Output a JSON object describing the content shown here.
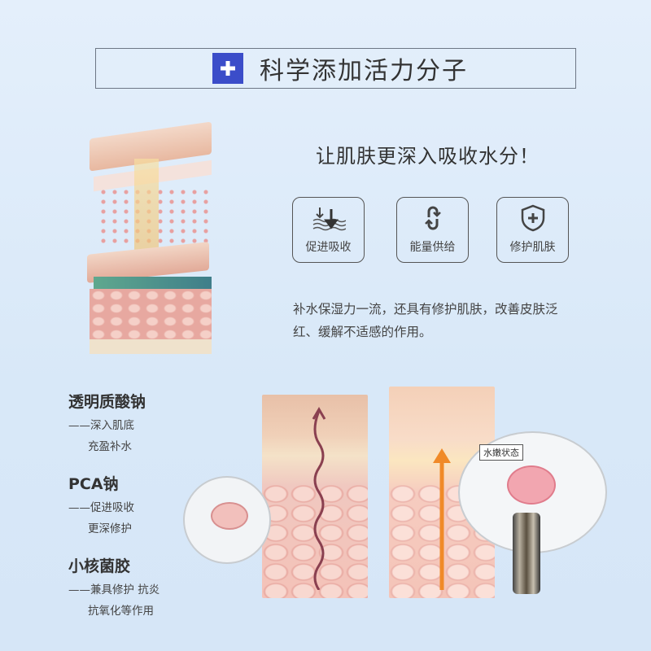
{
  "header": {
    "title": "科学添加活力分子",
    "icon": "plus-icon",
    "accent": "#3b4dc9"
  },
  "subtitle": "让肌肤更深入吸收水分！",
  "features": [
    {
      "label": "促进吸收",
      "icon": "absorb-arrow-icon"
    },
    {
      "label": "能量供给",
      "icon": "cycle-icon"
    },
    {
      "label": "修护肌肤",
      "icon": "shield-plus-icon"
    }
  ],
  "description": "补水保湿力一流，还具有修护肌肤，改善皮肤泛红、缓解不适感的作用。",
  "ingredients": [
    {
      "name": "透明质酸钠",
      "line1": "——深入肌底",
      "line2": "充盈补水"
    },
    {
      "name": "PCA钠",
      "line1": "——促进吸收",
      "line2": "更深修护"
    },
    {
      "name": "小核菌胶",
      "line1": "——兼具修护 抗炎",
      "line2": "抗氧化等作用"
    }
  ],
  "illustration": {
    "state_label": "水嫩状态"
  }
}
